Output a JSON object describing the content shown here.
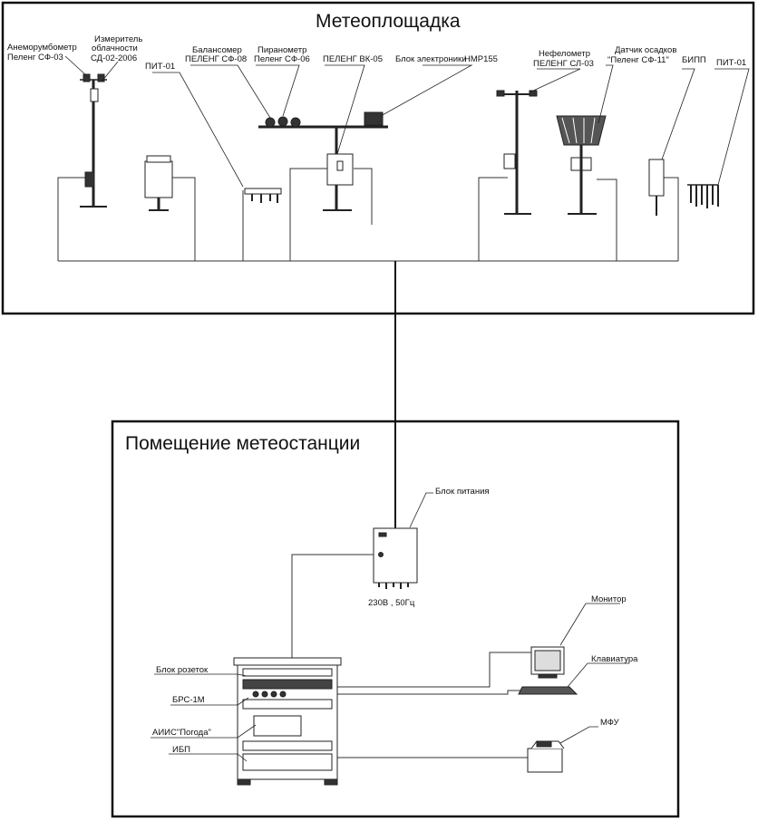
{
  "sections": {
    "field": "Метеоплощадка",
    "room": "Помещение метеостанции"
  },
  "labels": {
    "anemo_1": "Анеморумбометр",
    "anemo_2": "Пеленг СФ-03",
    "cloud_1": "Измеритель",
    "cloud_2": "облачности",
    "cloud_3": "СД-02-2006",
    "pit_a": "ПИТ-01",
    "balans_1": "Балансомер",
    "balans_2": "ПЕЛЕНГ СФ-08",
    "pyran_1": "Пиранометр",
    "pyran_2": "Пеленг СФ-06",
    "vk": "ПЕЛЕНГ ВК-05",
    "elec": "Блок электроники",
    "hmp": "НМР155",
    "nefelo_1": "Нефелометр",
    "nefelo_2": "ПЕЛЕНГ СЛ-03",
    "precip_1": "Датчик осадков",
    "precip_2": "\"Пеленг СФ-11\"",
    "bipp": "БИПП",
    "pit_b": "ПИТ-01",
    "psu": "Блок питания",
    "mains": "230В , 50Гц",
    "monitor": "Монитор",
    "keyboard": "Клавиатура",
    "sockets": "Блок розеток",
    "brs": "БРС-1М",
    "aiis": "АИИС\"Погода\"",
    "ibp": "ИБП",
    "mfu": "МФУ"
  }
}
